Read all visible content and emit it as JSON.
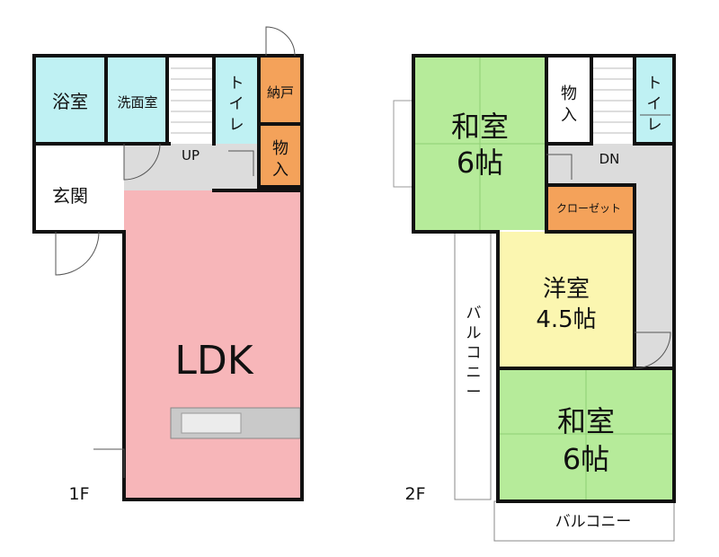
{
  "floor1": {
    "label": "1F",
    "rooms": {
      "bath": "浴室",
      "washroom": "洗面室",
      "toilet": [
        "ト",
        "イ",
        "レ"
      ],
      "nando": "納戸",
      "storage": [
        "物",
        "入"
      ],
      "entrance": "玄関",
      "ldk": "LDK"
    },
    "stair": "UP"
  },
  "floor2": {
    "label": "2F",
    "rooms": {
      "washitsu_top": [
        "和室",
        "6帖"
      ],
      "storage": [
        "物",
        "入"
      ],
      "toilet": [
        "ト",
        "イ",
        "レ"
      ],
      "closet": "クローゼット",
      "youshitsu": [
        "洋室",
        "4.5帖"
      ],
      "washitsu_bottom": [
        "和室",
        "6帖"
      ],
      "balcony_side": [
        "バ",
        "ル",
        "コ",
        "ニ",
        "ー"
      ],
      "balcony_bottom": "バルコニー"
    },
    "stair": "DN"
  },
  "colors": {
    "bath": "#bff1f3",
    "ldk": "#f7b6b9",
    "storage": "#f4a25a",
    "hall": "#dcdcdc",
    "tatami": "#b6eb9a",
    "youshitsu": "#fbf6b0",
    "wall": "#111111"
  }
}
